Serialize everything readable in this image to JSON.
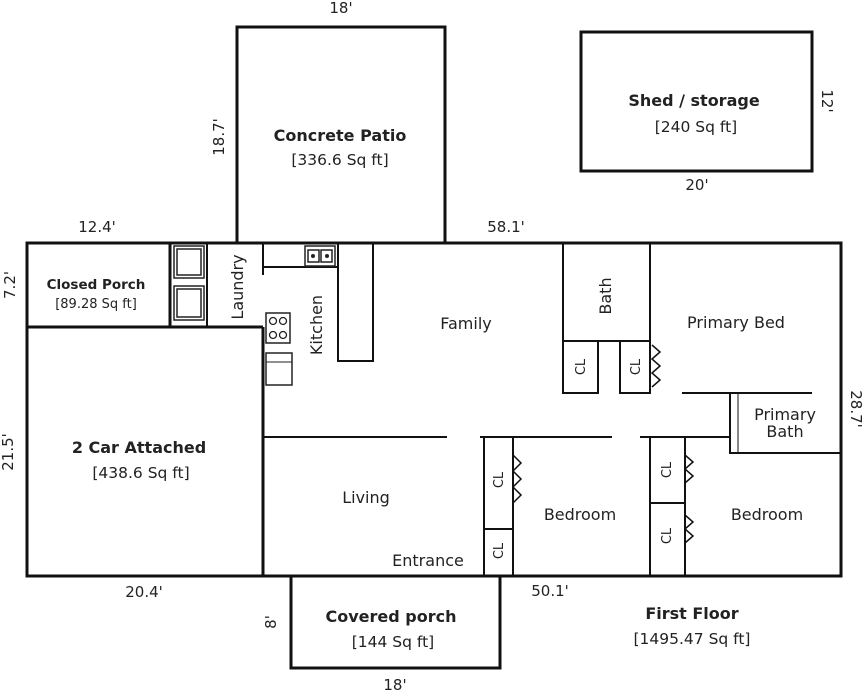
{
  "rooms": {
    "concrete_patio": {
      "name": "Concrete Patio",
      "area": "[336.6 Sq ft]"
    },
    "shed": {
      "name": "Shed / storage",
      "area": "[240 Sq ft]"
    },
    "closed_porch": {
      "name": "Closed Porch",
      "area": "[89.28 Sq ft]"
    },
    "garage": {
      "name": "2 Car Attached",
      "area": "[438.6 Sq ft]"
    },
    "covered_porch": {
      "name": "Covered porch",
      "area": "[144 Sq ft]"
    },
    "laundry": "Laundry",
    "kitchen": "Kitchen",
    "family": "Family",
    "bath": "Bath",
    "primary_bed": "Primary Bed",
    "primary_bath_line1": "Primary",
    "primary_bath_line2": "Bath",
    "living": "Living",
    "bedroom_left": "Bedroom",
    "bedroom_right": "Bedroom",
    "entrance": "Entrance",
    "closet": "CL"
  },
  "floor": {
    "name": "First Floor",
    "area": "[1495.47 Sq ft]"
  },
  "dimensions": {
    "patio_width": "18'",
    "patio_depth": "18.7'",
    "shed_depth": "12'",
    "shed_width": "20'",
    "closed_porch_width": "12.4'",
    "closed_porch_depth": "7.2'",
    "house_width_top": "58.1'",
    "house_depth": "28.7'",
    "garage_depth": "21.5'",
    "garage_width": "20.4'",
    "house_width_bottom": "50.1'",
    "covered_porch_depth": "8'",
    "covered_porch_width": "18'"
  }
}
